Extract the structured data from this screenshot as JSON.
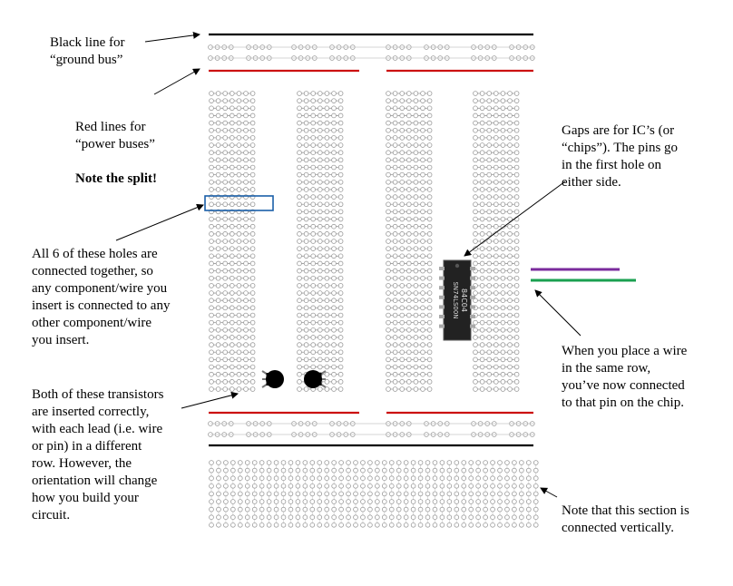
{
  "annotations": {
    "ground_bus": "Black line for\n“ground bus”",
    "power_buses": "Red lines for\n“power buses”",
    "power_buses_note": "Note the split!",
    "ic_gaps": "Gaps are for IC’s (or\n“chips”). The pins go\nin the first hole on\neither side.",
    "six_holes": "All 6 of these holes are\nconnected together, so\nany component/wire you\ninsert is connected to any\nother component/wire\nyou insert.",
    "wire_row": "When you place a wire\nin the same row,\nyou’ve now connected\nto that pin on the chip.",
    "transistors": "Both of these transistors\nare inserted correctly,\nwith each lead (i.e. wire\nor pin) in a different\nrow.  However, the\norientation will change\nhow you build your\ncircuit.",
    "vertical_section": "Note that this section is\nconnected vertically."
  },
  "chip": {
    "label_line1": "84C04",
    "label_line2": "SN74LS00N"
  },
  "colors": {
    "ground_line": "#000000",
    "power_line": "#cc1111",
    "highlight_box": "#1a5fa8",
    "wire_purple": "#7a2b9c",
    "wire_green": "#1aa050",
    "hole": "#9a9a9a",
    "chip_body": "#222222"
  }
}
